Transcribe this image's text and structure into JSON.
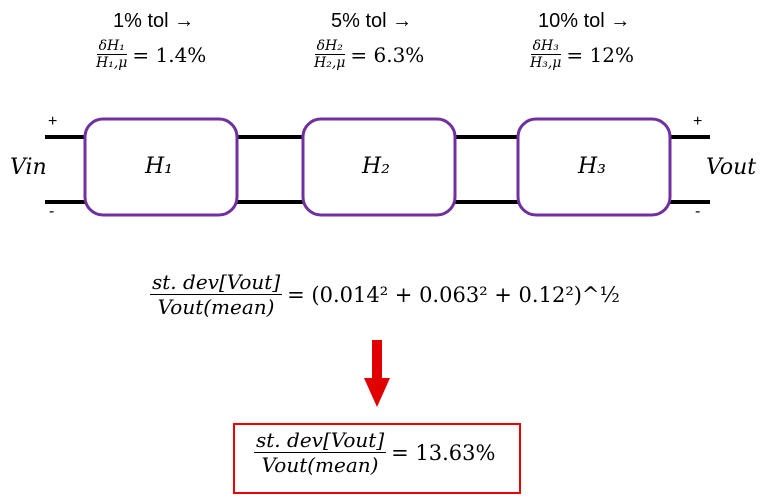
{
  "stages": [
    {
      "tol": "1% tol →",
      "num": "δH₁",
      "den": "H₁,μ",
      "value": "= 1.4%",
      "block": "H₁"
    },
    {
      "tol": "5% tol →",
      "num": "δH₂",
      "den": "H₂,μ",
      "value": "= 6.3%",
      "block": "H₂"
    },
    {
      "tol": "10% tol →",
      "num": "δH₃",
      "den": "H₃,μ",
      "value": "= 12%",
      "block": "H₃"
    }
  ],
  "input": {
    "label": "Vin",
    "plus": "+",
    "minus": "-"
  },
  "output": {
    "label": "Vout",
    "plus": "+",
    "minus": "-"
  },
  "formula": {
    "num": "st. dev[Vout]",
    "den": "Vout(mean)",
    "rhs": "= (0.014² + 0.063² + 0.12²)^½"
  },
  "result": {
    "num": "st. dev[Vout]",
    "den": "Vout(mean)",
    "rhs": "= 13.63%"
  },
  "colors": {
    "block": "#7030a0",
    "arrow": "#e00000",
    "wire": "#000000"
  }
}
